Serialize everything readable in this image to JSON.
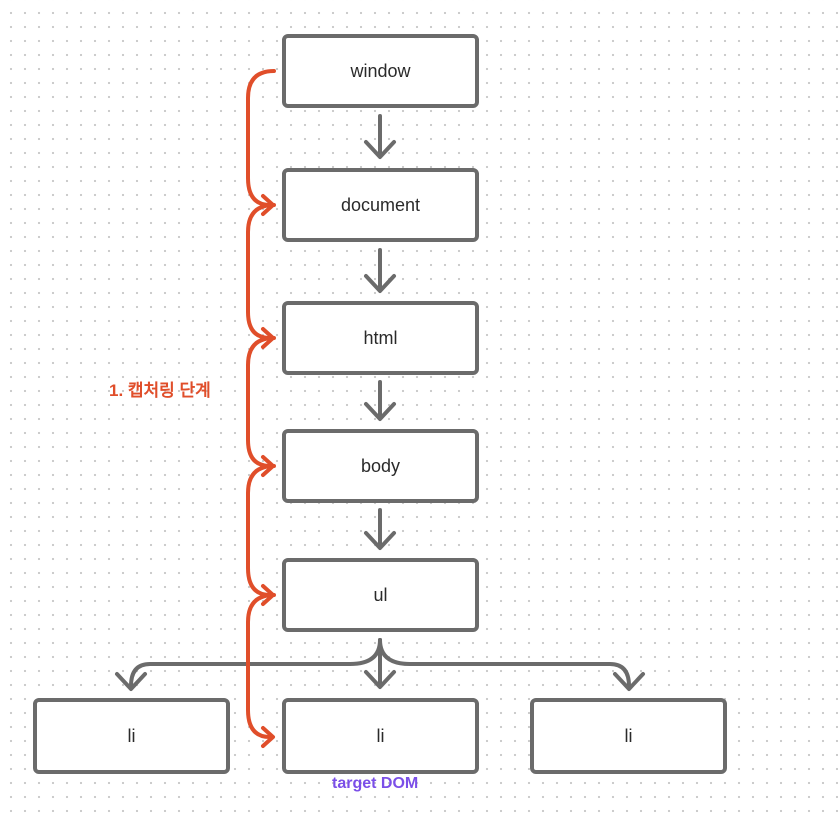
{
  "nodes": {
    "window": "window",
    "document": "document",
    "html": "html",
    "body": "body",
    "ul": "ul",
    "li_left": "li",
    "li_center": "li",
    "li_right": "li"
  },
  "labels": {
    "capture_phase": "1. 캡처링 단계",
    "target": "target DOM"
  },
  "colors": {
    "node_border": "#6b6b6b",
    "arrow": "#6b6b6b",
    "capture_path": "#e04e2a",
    "target_label": "#7b4fe8"
  }
}
